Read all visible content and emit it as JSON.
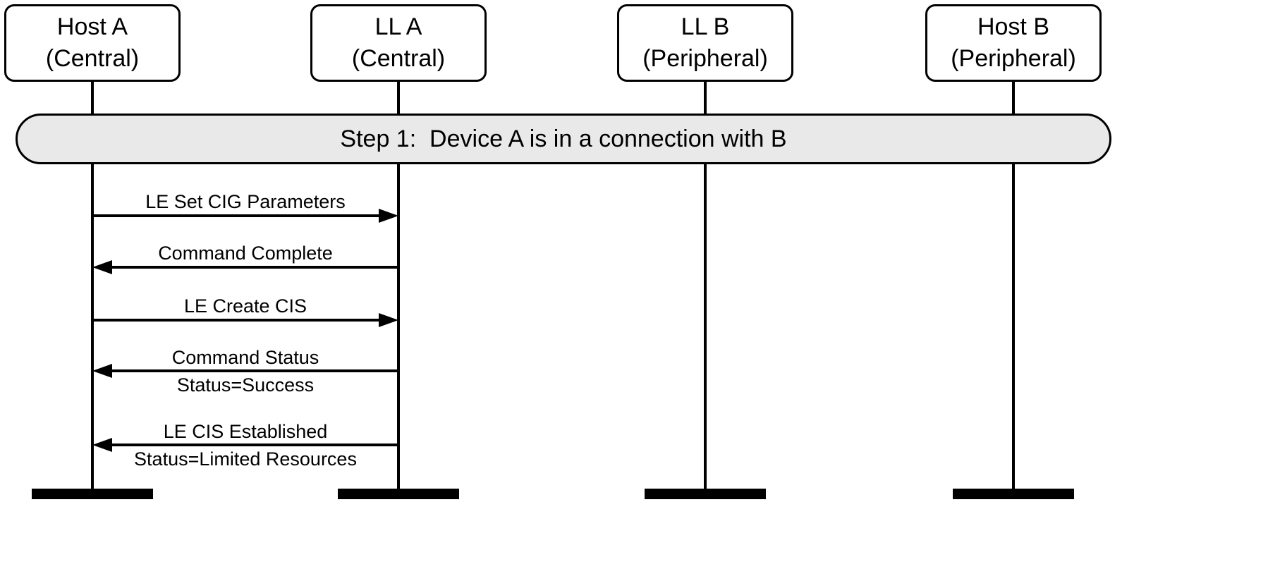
{
  "diagram": {
    "type": "sequence-diagram",
    "actors": [
      {
        "id": "host-a",
        "line1": "Host A",
        "line2": "(Central)"
      },
      {
        "id": "ll-a",
        "line1": "LL A",
        "line2": "(Central)"
      },
      {
        "id": "ll-b",
        "line1": "LL B",
        "line2": "(Peripheral)"
      },
      {
        "id": "host-b",
        "line1": "Host B",
        "line2": "(Peripheral)"
      }
    ],
    "banner": {
      "label": "Step 1:  Device A is in a connection with B"
    },
    "messages": [
      {
        "label": "LE Set CIG Parameters",
        "sublabel": "",
        "from": "Host A",
        "to": "LL A",
        "direction": "right"
      },
      {
        "label": "Command Complete",
        "sublabel": "",
        "from": "LL A",
        "to": "Host A",
        "direction": "left"
      },
      {
        "label": "LE Create CIS",
        "sublabel": "",
        "from": "Host A",
        "to": "LL A",
        "direction": "right"
      },
      {
        "label": "Command Status",
        "sublabel": "Status=Success",
        "from": "LL A",
        "to": "Host A",
        "direction": "left"
      },
      {
        "label": "LE CIS Established",
        "sublabel": "Status=Limited Resources",
        "from": "LL A",
        "to": "Host A",
        "direction": "left"
      }
    ],
    "colors": {
      "line": "#000000",
      "banner_fill": "#e9e9e9",
      "background": "#ffffff"
    }
  }
}
